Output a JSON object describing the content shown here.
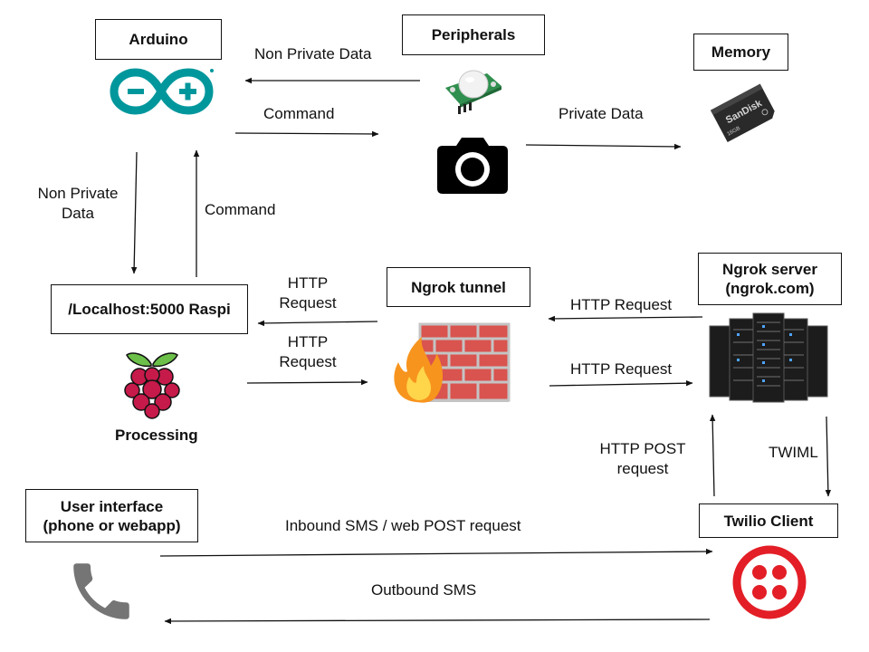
{
  "nodes": {
    "arduino": {
      "title": "Arduino"
    },
    "peripherals": {
      "title": "Peripherals"
    },
    "memory": {
      "title": "Memory",
      "card_brand": "SanDisk",
      "card_size": "16GB"
    },
    "raspi": {
      "title": "/Localhost:5000 Raspi",
      "caption": "Processing"
    },
    "ngrok_tunnel": {
      "title": "Ngrok tunnel"
    },
    "ngrok_server": {
      "title_line1": "Ngrok server",
      "title_line2": "(ngrok.com)"
    },
    "user_interface": {
      "title_line1": "User interface",
      "title_line2": "(phone or webapp)"
    },
    "twilio": {
      "title": "Twilio Client"
    }
  },
  "edges": {
    "peripherals_to_arduino": "Non Private Data",
    "arduino_to_peripherals": "Command",
    "camera_to_memory": "Private Data",
    "arduino_to_raspi_line1": "Non Private",
    "arduino_to_raspi_line2": "Data",
    "raspi_to_arduino": "Command",
    "tunnel_to_raspi_line1": "HTTP",
    "tunnel_to_raspi_line2": "Request",
    "raspi_to_tunnel_line1": "HTTP",
    "raspi_to_tunnel_line2": "Request",
    "server_to_tunnel": "HTTP Request",
    "tunnel_to_server": "HTTP Request",
    "twilio_to_server_line1": "HTTP POST",
    "twilio_to_server_line2": "request",
    "server_to_twilio": "TWIML",
    "ui_to_twilio": "Inbound SMS / web POST request",
    "twilio_to_ui": "Outbound SMS"
  },
  "colors": {
    "arduino_teal": "#00979c",
    "raspberry_red": "#c51a4a",
    "leaf_green": "#6cc04a",
    "twilio_red": "#e31e26",
    "brick_red": "#d9534f",
    "flame_orange": "#f7941d",
    "phone_gray": "#757575"
  },
  "icons": [
    "arduino-logo-icon",
    "pir-sensor-icon",
    "camera-icon",
    "sd-card-icon",
    "raspberry-pi-icon",
    "firewall-icon",
    "server-rack-icon",
    "phone-icon",
    "twilio-logo-icon"
  ]
}
